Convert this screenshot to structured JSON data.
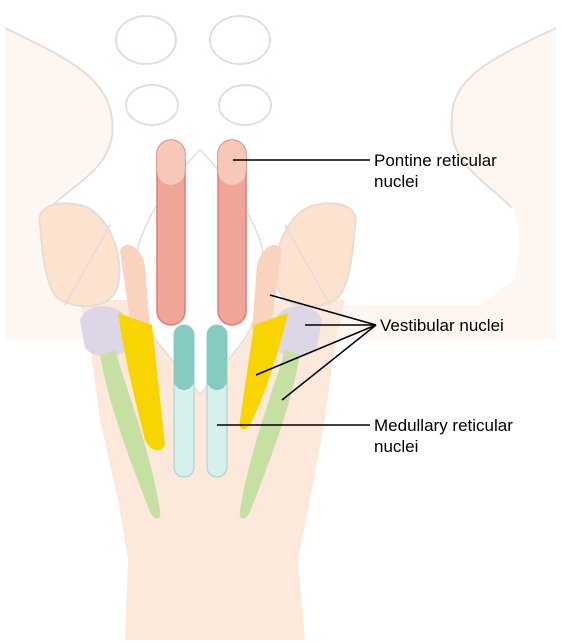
{
  "labels": {
    "pontine": {
      "line1": "Pontine reticular",
      "line2": "nuclei"
    },
    "vestibular": {
      "line1": "Vestibular nuclei"
    },
    "medullary": {
      "line1": "Medullary reticular",
      "line2": "nuclei"
    }
  },
  "colors": {
    "outline": "#e6ddd6",
    "brainstem_fill": "#fef2e8",
    "body_fill": "#fde6d6",
    "pontine_fill": "#f0a598",
    "pontine_stroke": "#e07c76",
    "vestibular_fill": "#f8d500",
    "medullary_top": "#86cbbf",
    "medullary_bottom": "#d8f0ec",
    "green_column": "#c6e0a4",
    "lavender": "#ddd6e6",
    "leader_line": "#000000"
  }
}
